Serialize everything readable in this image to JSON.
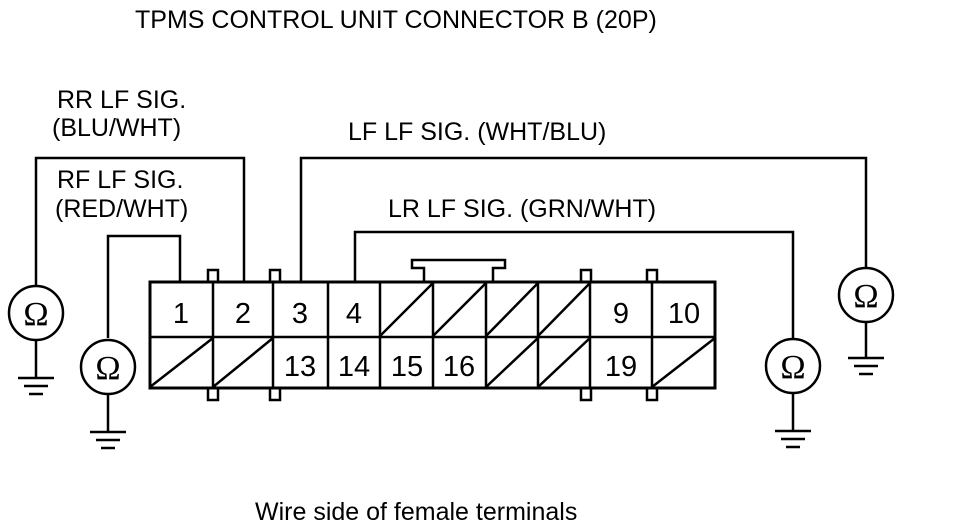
{
  "title": "TPMS CONTROL UNIT CONNECTOR B (20P)",
  "footer": "Wire side of female terminals",
  "signals": {
    "rr": [
      "RR LF SIG.",
      "(BLU/WHT)"
    ],
    "rf": [
      "RF LF SIG.",
      "(RED/WHT)"
    ],
    "lf": "LF LF SIG. (WHT/BLU)",
    "lr": "LR LF SIG. (GRN/WHT)"
  },
  "pins": {
    "top": [
      "1",
      "2",
      "3",
      "4",
      "",
      "",
      "",
      "",
      "9",
      "10"
    ],
    "bottom": [
      "",
      "",
      "13",
      "14",
      "15",
      "16",
      "",
      "",
      "19",
      ""
    ]
  },
  "ohm_symbol": "Ω"
}
